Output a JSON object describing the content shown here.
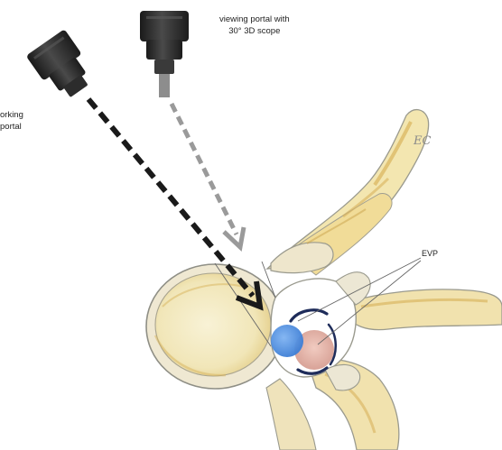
{
  "labels": {
    "working_line1": "orking",
    "working_line2": "portal",
    "viewing_line1": "viewing portal with",
    "viewing_line2": "30° 3D scope",
    "evp": "EVP",
    "ec": "EC"
  },
  "colors": {
    "bone_fill": "#f3ebc4",
    "bone_outline": "#9a9a8e",
    "ochre_shading": "#d8b35c",
    "canal_fill": "#ffffff",
    "blue_scope": "#4f8fe0",
    "pink_target": "#e0aaa0",
    "dark_arc": "#1e2c5a",
    "camera_dark": "#2b2b2b",
    "working_arrow": "#1a1a1a",
    "viewing_arrow": "#9a9a9a"
  },
  "icons": [
    "camera-icon",
    "camera-icon"
  ]
}
